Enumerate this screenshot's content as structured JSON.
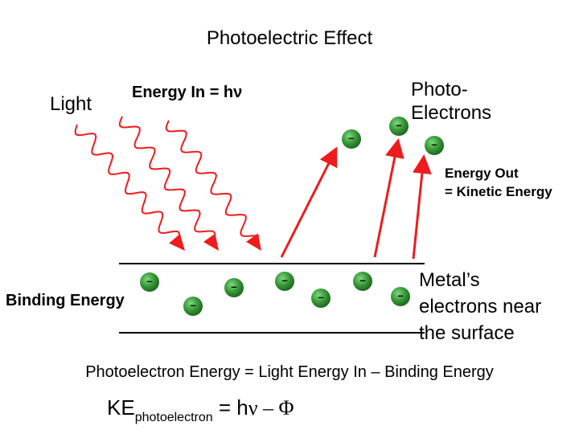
{
  "title": "Photoelectric Effect",
  "labels": {
    "light": "Light",
    "energy_in": "Energy In = hν",
    "photo_electrons_line1": "Photo-",
    "photo_electrons_line2": "Electrons",
    "energy_out_line1": "Energy Out",
    "energy_out_line2": "= Kinetic Energy",
    "binding_energy": "Binding Energy",
    "metal_line1": "Metal’s",
    "metal_line2": "electrons near",
    "metal_line3": "the surface"
  },
  "equation": "Photoelectron Energy = Light Energy In – Binding Energy",
  "formula": {
    "ke": "KE",
    "sub": "photoelectron",
    "eq": " = h",
    "nu": "ν",
    "minus": " – ",
    "phi": "Φ"
  },
  "electron_sign": "–",
  "colors": {
    "arrow": "#ee1c1c",
    "electron_dark": "#1e6a1e",
    "electron_light": "#7fd87f",
    "line": "#000000"
  }
}
